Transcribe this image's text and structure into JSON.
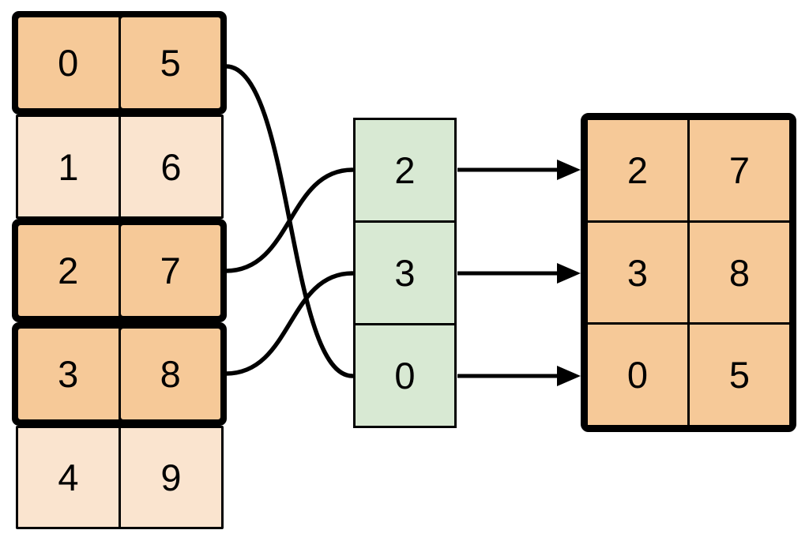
{
  "diagram": {
    "description": "index-select gather operation diagram",
    "source_table": {
      "rows": [
        {
          "cells": [
            "0",
            "5"
          ],
          "highlighted": true
        },
        {
          "cells": [
            "1",
            "6"
          ],
          "highlighted": false
        },
        {
          "cells": [
            "2",
            "7"
          ],
          "highlighted": true
        },
        {
          "cells": [
            "3",
            "8"
          ],
          "highlighted": true
        },
        {
          "cells": [
            "4",
            "9"
          ],
          "highlighted": false
        }
      ]
    },
    "index_column": {
      "cells": [
        "2",
        "3",
        "0"
      ]
    },
    "result_table": {
      "rows": [
        {
          "cells": [
            "2",
            "7"
          ]
        },
        {
          "cells": [
            "3",
            "8"
          ]
        },
        {
          "cells": [
            "0",
            "5"
          ]
        }
      ]
    },
    "connections": [
      {
        "from_source_row": 0,
        "to_index_value": "0"
      },
      {
        "from_source_row": 2,
        "to_index_value": "2"
      },
      {
        "from_source_row": 3,
        "to_index_value": "3"
      }
    ],
    "arrows": [
      {
        "from_index_value": "2",
        "to_result_row": 0
      },
      {
        "from_index_value": "3",
        "to_result_row": 1
      },
      {
        "from_index_value": "0",
        "to_result_row": 2
      }
    ],
    "colors": {
      "highlight_fill": "#f6c998",
      "dim_fill": "#fae4cf",
      "index_fill": "#d8e9d3",
      "line": "#000000",
      "background": "#ffffff"
    }
  }
}
